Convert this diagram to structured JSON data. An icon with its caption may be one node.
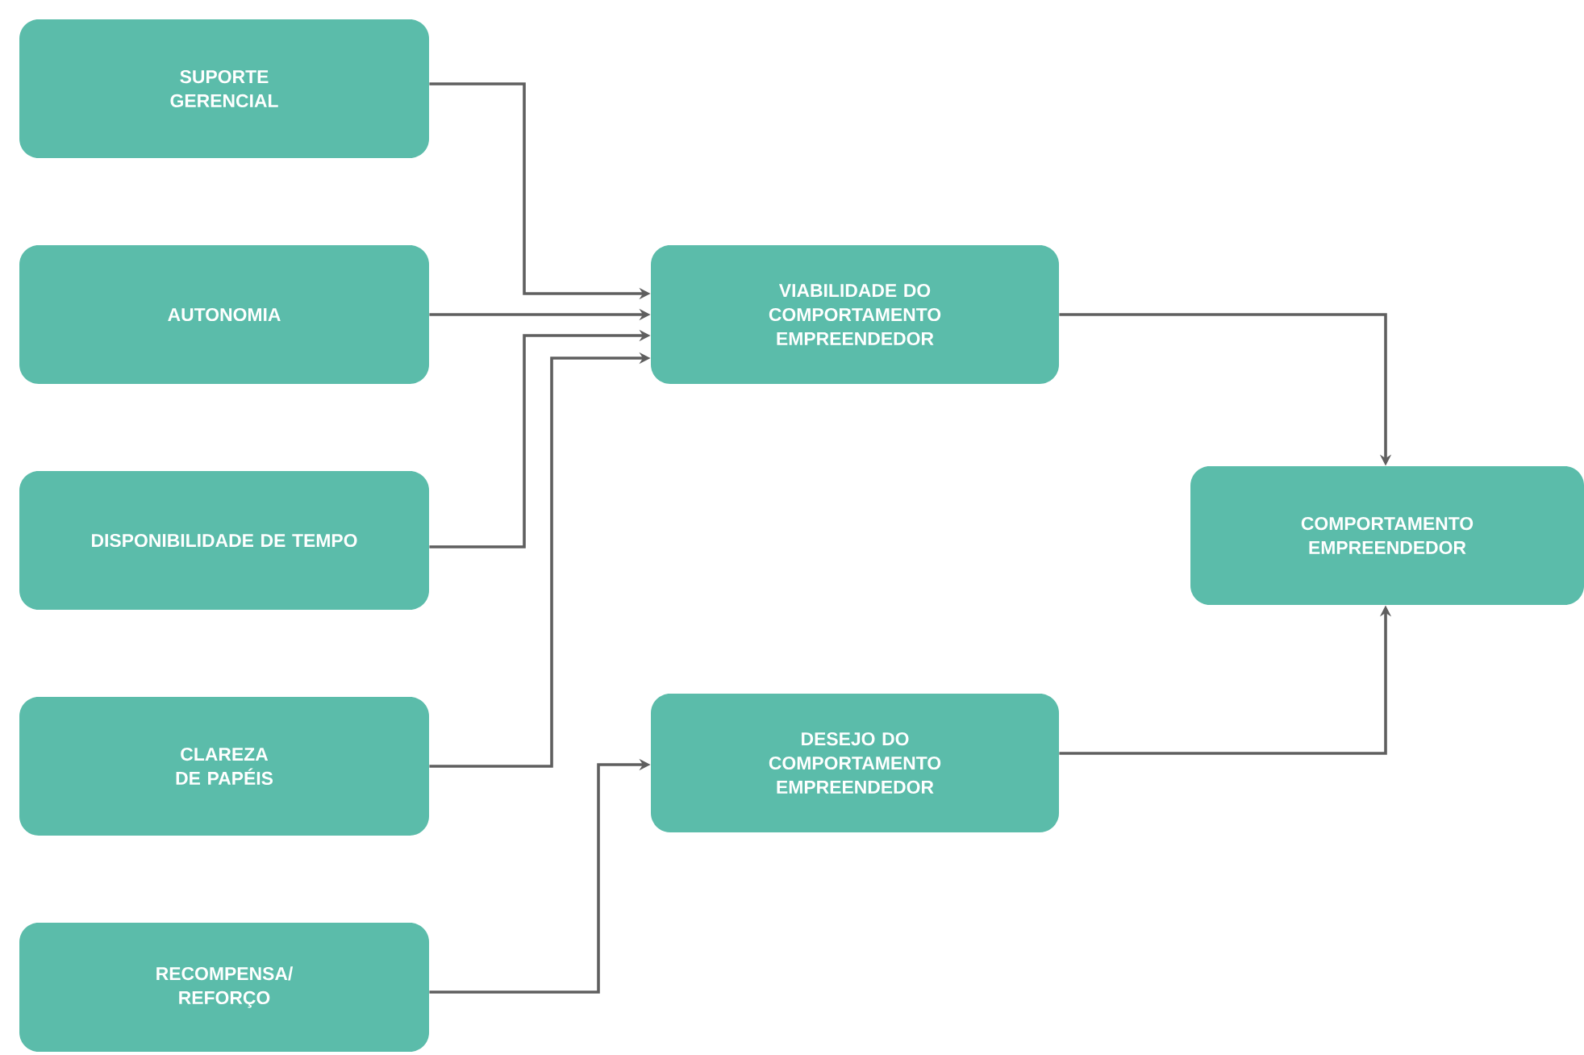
{
  "diagram": {
    "nodes": [
      {
        "text": [
          "SUPORTE GERENCIAL"
        ]
      },
      {
        "text": [
          "AUTONOMIA"
        ]
      },
      {
        "text": [
          "DISPONIBILIDADE DE TEMPO"
        ]
      },
      {
        "text": [
          "CLAREZA DE PAPÉIS"
        ]
      },
      {
        "text": [
          "RECOMPENSA/ REFORÇO"
        ]
      },
      {
        "text": [
          "VIABILIDADE DO COMPORTAMENTO EMPREENDEDOR"
        ]
      },
      {
        "text": [
          "DESEJO DO COMPORTAMENTO EMPREENDEDOR"
        ]
      },
      {
        "text": [
          "COMPORTAMENTO EMPREENDEDOR"
        ]
      }
    ],
    "edges": [
      {
        "from": 0,
        "to": 5,
        "arrow": "to"
      },
      {
        "from": 1,
        "to": 5,
        "arrow": "to"
      },
      {
        "from": 2,
        "to": 5,
        "arrow": "to"
      },
      {
        "from": 3,
        "to": 5,
        "arrow": "to"
      },
      {
        "from": 4,
        "to": 6,
        "arrow": "to"
      },
      {
        "from": 5,
        "to": 7,
        "arrow": "to"
      },
      {
        "from": 6,
        "to": 7,
        "arrow": "to"
      }
    ]
  }
}
